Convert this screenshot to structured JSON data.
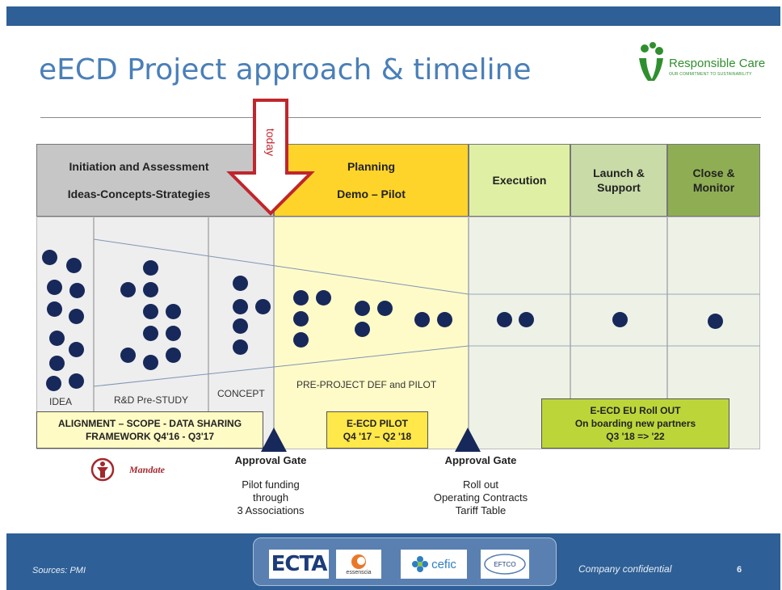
{
  "title": "eECD Project approach & timeline",
  "logo": {
    "name": "Responsible Care",
    "tagline": "OUR COMMITMENT TO SUSTAINABILITY"
  },
  "phases": [
    {
      "line1": "Initiation and Assessment",
      "line2": "Ideas-Concepts-Strategies",
      "color": "#c6c6c6"
    },
    {
      "line1": "Planning",
      "line2": "Demo – Pilot",
      "color": "#ffd42a"
    },
    {
      "line1": "Execution",
      "line2": "",
      "color": "#dff0a4"
    },
    {
      "line1": "Launch &",
      "line2": "Support",
      "color": "#c9dba7"
    },
    {
      "line1": "Close &",
      "line2": "Monitor",
      "color": "#8fae54"
    }
  ],
  "today_label": "today",
  "stages": {
    "idea": "IDEA",
    "rd": "R&D Pre-STUDY",
    "concept": "CONCEPT",
    "preproject": "PRE-PROJECT DEF and PILOT"
  },
  "boxes": {
    "alignment": {
      "line1": "ALIGNMENT – SCOPE - DATA SHARING",
      "line2": "FRAMEWORK  Q4'16 - Q3'17",
      "color": "#fffbc4"
    },
    "pilot": {
      "line1": "E-ECD PILOT",
      "line2": "Q4 '17 – Q2 '18",
      "color": "#ffe84a"
    },
    "rollout": {
      "line1": "E-ECD EU Roll OUT",
      "line2": "On boarding new partners",
      "line3": "Q3 '18 => '22",
      "color": "#bcd63a"
    }
  },
  "mandate": "Mandate",
  "gate1": {
    "title": "Approval Gate",
    "l1": "Pilot funding",
    "l2": "through",
    "l3": "3 Associations"
  },
  "gate2": {
    "title": "Approval Gate",
    "l1": "Roll out",
    "l2": "Operating Contracts",
    "l3": "Tariff Table"
  },
  "footer": {
    "sources": "Sources:  PMI",
    "confidential": "Company confidential",
    "page": "6",
    "logos": [
      "ECTA",
      "essenscia",
      "cefic",
      "EFTCO"
    ]
  }
}
